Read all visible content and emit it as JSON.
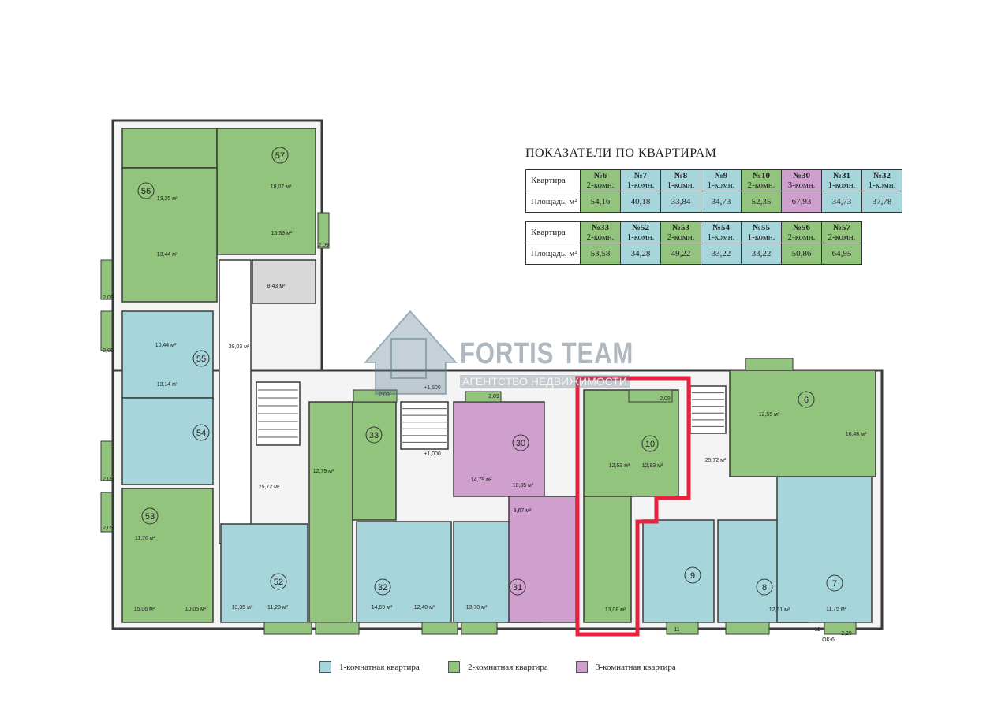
{
  "title": "ПОКАЗАТЕЛИ ПО КВАРТИРАМ",
  "colors": {
    "one_room": "#a6d6dc",
    "two_room": "#93c47d",
    "three_room": "#cf9fce",
    "highlight": "#e8213f",
    "stair": "#ffffff",
    "wall": "#3a3a3a"
  },
  "table1": {
    "row_label_apt": "Квартира",
    "row_label_area": "Площадь, м²",
    "cols": [
      {
        "num": "№6",
        "type": "2-комн.",
        "area": "54,16",
        "kind": "two_room"
      },
      {
        "num": "№7",
        "type": "1-комн.",
        "area": "40,18",
        "kind": "one_room"
      },
      {
        "num": "№8",
        "type": "1-комн.",
        "area": "33,84",
        "kind": "one_room"
      },
      {
        "num": "№9",
        "type": "1-комн.",
        "area": "34,73",
        "kind": "one_room"
      },
      {
        "num": "№10",
        "type": "2-комн.",
        "area": "52,35",
        "kind": "two_room"
      },
      {
        "num": "№30",
        "type": "3-комн.",
        "area": "67,93",
        "kind": "three_room"
      },
      {
        "num": "№31",
        "type": "1-комн.",
        "area": "34,73",
        "kind": "one_room"
      },
      {
        "num": "№32",
        "type": "1-комн.",
        "area": "37,78",
        "kind": "one_room"
      }
    ]
  },
  "table2": {
    "row_label_apt": "Квартира",
    "row_label_area": "Площадь, м²",
    "cols": [
      {
        "num": "№33",
        "type": "2-комн.",
        "area": "53,58",
        "kind": "two_room"
      },
      {
        "num": "№52",
        "type": "1-комн.",
        "area": "34,28",
        "kind": "one_room"
      },
      {
        "num": "№53",
        "type": "2-комн.",
        "area": "49,22",
        "kind": "two_room"
      },
      {
        "num": "№54",
        "type": "1-комн.",
        "area": "33,22",
        "kind": "one_room"
      },
      {
        "num": "№55",
        "type": "1-комн.",
        "area": "33,22",
        "kind": "one_room"
      },
      {
        "num": "№56",
        "type": "2-комн.",
        "area": "50,86",
        "kind": "two_room"
      },
      {
        "num": "№57",
        "type": "2-комн.",
        "area": "64,95",
        "kind": "two_room"
      }
    ]
  },
  "legend": [
    {
      "label": "1-комнатная квартира",
      "kind": "one_room"
    },
    {
      "label": "2-комнатная квартира",
      "kind": "two_room"
    },
    {
      "label": "3-комнатная квартира",
      "kind": "three_room"
    }
  ],
  "watermark": {
    "brand": "FORTIS TEAM",
    "tagline": "АГЕНТСТВО НЕДВИЖИМОСТИ"
  },
  "apartments": [
    {
      "id": "57",
      "kind": "two_room",
      "label": "57"
    },
    {
      "id": "56",
      "kind": "two_room",
      "label": "56"
    },
    {
      "id": "55",
      "kind": "one_room",
      "label": "55"
    },
    {
      "id": "54",
      "kind": "one_room",
      "label": "54"
    },
    {
      "id": "53",
      "kind": "two_room",
      "label": "53"
    },
    {
      "id": "52",
      "kind": "one_room",
      "label": "52"
    },
    {
      "id": "33",
      "kind": "two_room",
      "label": "33"
    },
    {
      "id": "32",
      "kind": "one_room",
      "label": "32"
    },
    {
      "id": "31",
      "kind": "one_room",
      "label": "31"
    },
    {
      "id": "30",
      "kind": "three_room",
      "label": "30"
    },
    {
      "id": "10",
      "kind": "two_room",
      "label": "10"
    },
    {
      "id": "9",
      "kind": "one_room",
      "label": "9"
    },
    {
      "id": "8",
      "kind": "one_room",
      "label": "8"
    },
    {
      "id": "7",
      "kind": "one_room",
      "label": "7"
    },
    {
      "id": "6",
      "kind": "two_room",
      "label": "6"
    }
  ],
  "room_labels": [
    "18,07 м²",
    "15,39 м²",
    "13,25 м²",
    "13,44 м²",
    "39,03 м²",
    "10,44 м²",
    "13,14 м²",
    "11,76 м²",
    "15,06 м²",
    "10,05 м²",
    "13,35 м²",
    "11,20 м²",
    "12,79 м²",
    "25,72 м²",
    "14,69 м²",
    "12,40 м²",
    "13,70 м²",
    "14,79 м²",
    "10,85 м²",
    "12,53 м²",
    "12,83 м²",
    "13,08 м²",
    "12,55 м²",
    "16,48 м²",
    "12,61 м²",
    "11,75 м²",
    "8,43 м²",
    "9,67 м²",
    "25,72 м²"
  ],
  "small_labels": [
    "2,09",
    "2,09",
    "2,09",
    "2,09",
    "2,09",
    "2,09",
    "2,09",
    "2,09",
    "2,29",
    "ОК-6",
    "11",
    "11",
    "+1,000",
    "+1,500"
  ]
}
